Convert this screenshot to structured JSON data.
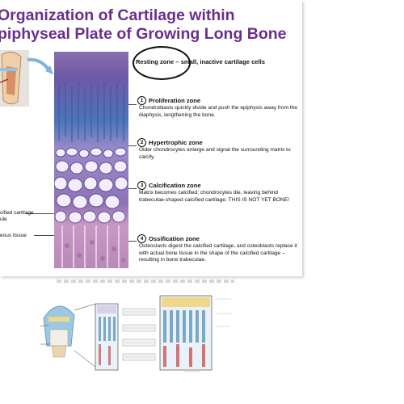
{
  "title": {
    "line1": "Organization of Cartilage within",
    "line2": "piphyseal Plate of Growing Long Bone"
  },
  "resting_zone": "Resting zone – small, inactive cartilage cells",
  "zones": [
    {
      "number": "1",
      "name": "Proliferation zone",
      "description": "Chondroblasts quickly divide and push the epiphysis away from the diaphysis, lengthening the bone."
    },
    {
      "number": "2",
      "name": "Hypertrophic zone",
      "description": "Older chondrocytes enlarge and signal the surrounding matrix to calcify."
    },
    {
      "number": "3",
      "name": "Calcification zone",
      "description": "Matrix becomes calcified; chondrocytes die, leaving behind trabeculae-shaped calcified cartilage. THIS IS NOT YET BONE!"
    },
    {
      "number": "4",
      "name": "Ossification zone",
      "description": "Osteoclasts digest the calcified cartilage, and osteoblasts replace it with actual bone tissue in the shape of the calcified cartilage – resulting in bone trabeculae."
    }
  ],
  "side_labels": {
    "calcified_line1": "cified cartilage",
    "calcified_line2": "ule",
    "osseous": "eous tissue"
  },
  "colors": {
    "title": "#6a2f8e",
    "stain_purple": "#7e5fa8",
    "stain_pink": "#c98fbf",
    "callout_circle": "#111111"
  }
}
